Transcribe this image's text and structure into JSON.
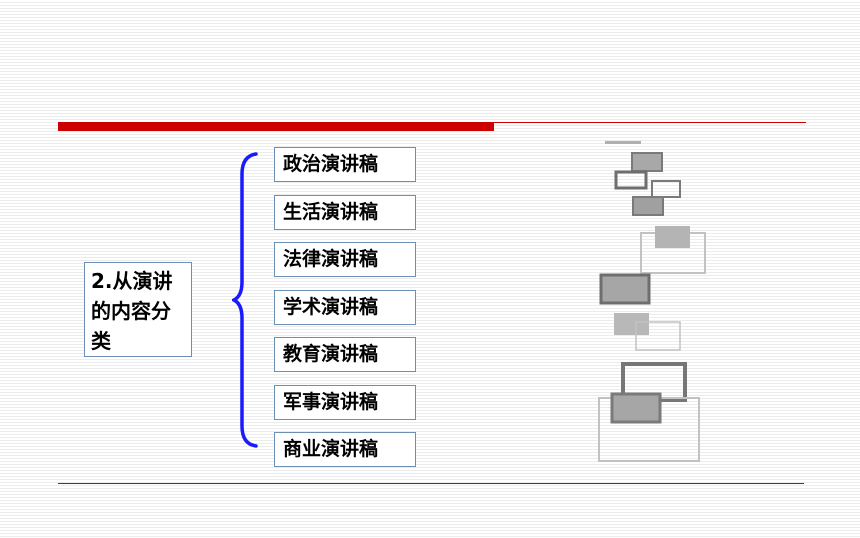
{
  "main_label": "2.从演讲的内容分类",
  "categories": [
    "政治演讲稿",
    "生活演讲稿",
    "法律演讲稿",
    "学术演讲稿",
    "教育演讲稿",
    "军事演讲稿",
    "商业演讲稿"
  ],
  "colors": {
    "accent_red": "#cc0000",
    "brace_blue": "#1a1aff",
    "box_border": "#6b8fb5",
    "deco_gray": "#8c8c8c"
  }
}
